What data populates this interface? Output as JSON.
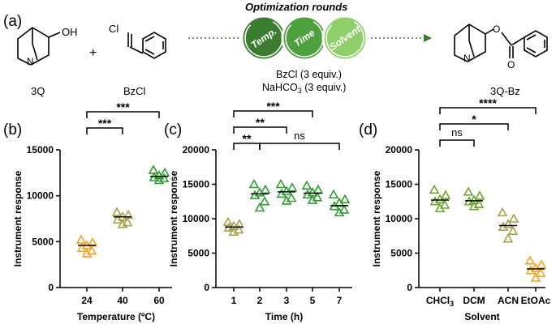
{
  "scheme": {
    "panel_label": "(a)",
    "reactant1": "3Q",
    "reactant2": "BzCl",
    "reactant1_oh": "OH",
    "reactant2_cl": "Cl",
    "nitrogen": "N",
    "oxygen": "O",
    "plus": "+",
    "product": "3Q-Bz",
    "optimization_title": "Optimization rounds",
    "rounds": [
      "Temp.",
      "Time",
      "Solvent"
    ],
    "round_colors": [
      "#3a7d2e",
      "#4e9f3d",
      "#8fcf6a"
    ],
    "conditions": [
      "BzCl (3 equiv.)",
      "NaHCO",
      "3",
      " (3 equiv.)"
    ],
    "arrow_color": "#3a7d2e"
  },
  "chart_data": [
    {
      "panel": "(b)",
      "type": "scatter",
      "xlabel": "Temperature (ºC)",
      "ylabel": "Instrument response",
      "categories": [
        "24",
        "40",
        "60"
      ],
      "ylim": [
        0,
        15000
      ],
      "yticks": [
        "0",
        "5000",
        "10000",
        "15000"
      ],
      "colors": [
        "#f5a623",
        "#a8a046",
        "#2e9e30"
      ],
      "points": [
        [
          5200,
          4900,
          4600,
          4300,
          4000,
          3700
        ],
        [
          8200,
          7900,
          7700,
          7400,
          7100,
          6900
        ],
        [
          12800,
          12500,
          12200,
          12000,
          11900,
          11700
        ]
      ],
      "means": [
        4600,
        7700,
        12100
      ],
      "significance": [
        {
          "from": 0,
          "to": 1,
          "label": "***"
        },
        {
          "from": 0,
          "to": 2,
          "label": "***"
        }
      ]
    },
    {
      "panel": "(c)",
      "type": "scatter",
      "xlabel": "Time (h)",
      "ylabel": "Instrument response",
      "categories": [
        "1",
        "2",
        "3",
        "5",
        "7"
      ],
      "ylim": [
        0,
        20000
      ],
      "yticks": [
        "0",
        "5000",
        "10000",
        "15000",
        "20000"
      ],
      "colors": [
        "#a8a046",
        "#2e9e30",
        "#2e9e30",
        "#2e9e30",
        "#2e9e30"
      ],
      "points": [
        [
          9500,
          9200,
          8900,
          8700,
          8400,
          8100
        ],
        [
          15000,
          14200,
          13800,
          13400,
          12500,
          11600
        ],
        [
          15000,
          14500,
          14000,
          13600,
          13000,
          12600
        ],
        [
          14800,
          14200,
          13800,
          13500,
          13100,
          12700
        ],
        [
          13500,
          12800,
          12300,
          11800,
          11300,
          10900
        ]
      ],
      "means": [
        8800,
        13600,
        13900,
        13700,
        11900
      ],
      "significance": [
        {
          "from": 0,
          "to": 1,
          "label": "**"
        },
        {
          "from": 0,
          "to": 2,
          "label": "**"
        },
        {
          "from": 0,
          "to": 3,
          "label": "***"
        },
        {
          "from": 1,
          "to": 4,
          "label": "ns"
        }
      ]
    },
    {
      "panel": "(d)",
      "type": "scatter",
      "xlabel": "Solvent",
      "ylabel": "Instrument response",
      "categories": [
        "CHCl",
        "DCM",
        "ACN",
        "EtOAc"
      ],
      "category_subscripts": [
        "3",
        "",
        "",
        ""
      ],
      "ylim": [
        0,
        20000
      ],
      "yticks": [
        "0",
        "5000",
        "10000",
        "15000",
        "20000"
      ],
      "colors": [
        "#6fa82e",
        "#6fa82e",
        "#a8a046",
        "#f5a623"
      ],
      "points": [
        [
          14200,
          13400,
          12800,
          12500,
          12000,
          11500
        ],
        [
          13900,
          13300,
          12700,
          12500,
          12100,
          11800
        ],
        [
          10900,
          10000,
          9200,
          8800,
          8200,
          7100
        ],
        [
          3900,
          3300,
          2800,
          2500,
          2100,
          1400
        ]
      ],
      "means": [
        12700,
        12600,
        9000,
        2700
      ],
      "significance": [
        {
          "from": 0,
          "to": 1,
          "label": "ns"
        },
        {
          "from": 0,
          "to": 2,
          "label": "*"
        },
        {
          "from": 0,
          "to": 3,
          "label": "****"
        }
      ]
    }
  ]
}
